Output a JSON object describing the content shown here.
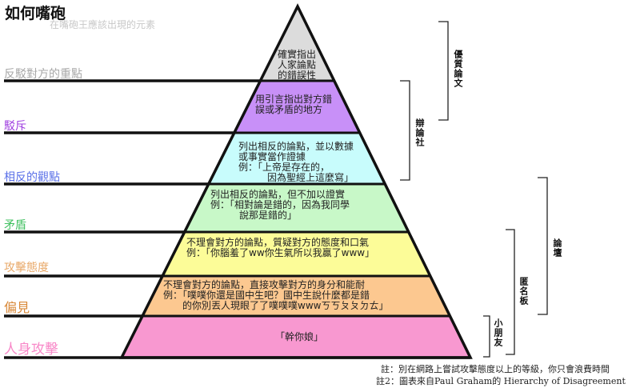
{
  "header": {
    "title": "如何嘴砲",
    "subtitle": "在嘴砲王應該出現的元素"
  },
  "levels": [
    {
      "label": "反駁對方的重點",
      "desc": "確實指出\n人家論點\n的錯誤性",
      "label_color": "#a8a8a8",
      "fill": "#dcdcdc"
    },
    {
      "label": "駁斥",
      "desc": "用引言指出對方錯\n誤或矛盾的地方",
      "label_color": "#a040e0",
      "fill": "#c890f8"
    },
    {
      "label": "相反的觀點",
      "desc": "列出相反的論點，並以數據\n或事實當作證據\n例：「上帝是存在的，\n　　　因為聖經上這麼寫」",
      "label_color": "#5a70e8",
      "fill": "#c8fcfc"
    },
    {
      "label": "矛盾",
      "desc": "列出相反的論點，但不加以證實\n例：「相對論是錯的，因為我同學\n　　　說那是錯的」",
      "label_color": "#40c060",
      "fill": "#c8f8c8"
    },
    {
      "label": "攻擊態度",
      "desc": "不理會對方的論點，質疑對方的態度和口氣\n例：「你腦羞了ww你生氣所以我贏了www」",
      "label_color": "#e8a868",
      "fill": "#fcfc98"
    },
    {
      "label": "偏見",
      "desc": "不理會對方的論點，直接攻擊對方的身分和能耐\n例：「噗噗你還是國中生吧？國中生說什麼都是錯\n　　的你別丟人現眼了了噗噗噗wwwㄎㄎㄆㄆㄉㄊ」",
      "label_color": "#d88838",
      "fill": "#fcc890"
    },
    {
      "label": "人身攻擊",
      "desc": "「幹你娘」",
      "label_color": "#f888c8",
      "fill": "#f898d0"
    }
  ],
  "brackets": [
    {
      "label": "優質論文"
    },
    {
      "label": "辯論社"
    },
    {
      "label": "論壇"
    },
    {
      "label": "匿名板"
    },
    {
      "label": "小朋友"
    }
  ],
  "notes": [
    "註：別在網路上嘗試攻擊態度以上的等級，你只會浪費時間",
    "註2：圖表來自Paul Graham的 Hierarchy of Disagreement"
  ]
}
